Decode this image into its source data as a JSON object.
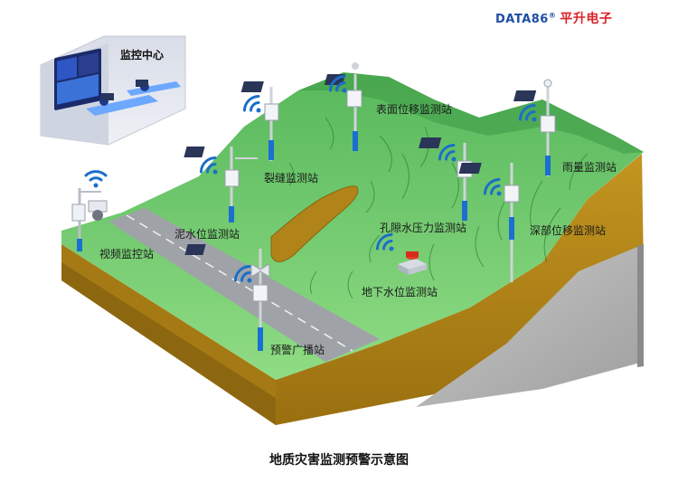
{
  "brand": {
    "name_en": "DATA86",
    "registered": "®",
    "name_cn": "平升电子"
  },
  "control_center": {
    "title": "监控中心"
  },
  "stations": {
    "surface_displacement": "表面位移监测站",
    "crack": "裂缝监测站",
    "mud_level": "泥水位监测站",
    "video": "视频监控站",
    "rainfall": "雨量监测站",
    "pore_pressure": "孔隙水压力监测站",
    "deep_displacement": "深部位移监测站",
    "groundwater": "地下水位监测站",
    "warning_broadcast": "预警广播站"
  },
  "caption": "地质灾害监测预警示意图",
  "colors": {
    "grass": "#4fb35a",
    "grass_light": "#7fd179",
    "soil": "#b08418",
    "rock": "#b7b7b7",
    "pole_blue": "#1b6fd1",
    "signal": "#1a6fc9"
  }
}
